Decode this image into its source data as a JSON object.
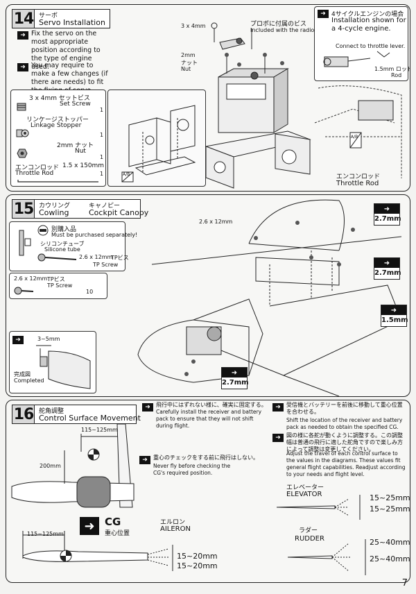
{
  "s14": {
    "num": "14",
    "title_jp": "サーボ",
    "title_en": "Servo Installation",
    "note1": "Fix the servo on the most appropriate position according to the type of engine used.",
    "note2": "You may require to make a few changes (if there are needs) to fit the fixing of servo.",
    "parts": {
      "set_screw_jp": "3 x 4mm セットビス",
      "set_screw_en": "Set Screw",
      "set_screw_qty": "1",
      "linkage_jp": "リンケージストッパー",
      "linkage_en": "Linkage Stopper",
      "linkage_qty": "1",
      "nut_jp": "2mm ナット",
      "nut_en": "Nut",
      "nut_qty": "1",
      "rod_jp": "エンコンロッド",
      "rod_size": "1.5 x 150mm",
      "rod_en": "Throttle Rod",
      "rod_qty": "1"
    },
    "labels": {
      "screw_3x4": "3 x 4mm",
      "radio_screw_jp": "プロポに付属のビス",
      "radio_screw_en": "Included with the radio set",
      "nut_2mm": "2mm",
      "nut_jp": "ナット",
      "nut_en": "Nut",
      "ab": "A/B"
    },
    "four_cycle": {
      "jp": "4サイクルエンジンの場合",
      "en1": "Installation shown for",
      "en2": "a 4-cycle engine.",
      "connect": "Connect to throttle lever.",
      "rod_size": "1.5mm ロッド",
      "rod_en": "Rod",
      "rod_label_jp": "エンコンロッド",
      "rod_label_en": "Throttle Rod"
    }
  },
  "s15": {
    "num": "15",
    "title_jp1": "カウリング",
    "title_jp2": "キャノピー",
    "title_en1": "Cowling",
    "title_en2": "Cockpit Canopy",
    "separate_jp": "別購入品",
    "separate_en": "Must be purchased separately!",
    "silicone_jp": "シリコンチューブ",
    "silicone_en": "Silicone tube",
    "tp_size": "2.6 x 12mm",
    "tp_jp": "TPビス",
    "tp_en": "TP Screw",
    "tp2_size": "2.6 x 12mm",
    "tp2_jp": "TPビス",
    "tp2_en": "TP Screw",
    "tp2_qty": "10",
    "canopy_screw": "2.6 x 12mm",
    "badge_27a": "2.7mm",
    "badge_27b": "2.7mm",
    "badge_15": "1.5mm",
    "badge_27c": "2.7mm",
    "gap": "3~5mm",
    "completed_jp": "完成図",
    "completed_en": "Completed"
  },
  "s16": {
    "num": "16",
    "title_jp": "舵角調整",
    "title_en": "Control Surface Movement",
    "n1_jp": "飛行中にはずれない様に、確実に固定する。",
    "n1_en": "Carefully install the receiver and battery pack to ensure that they will not shift during flight.",
    "n2_jp": "受信機とバッテリーを前後に移動して重心位置を合わせる。",
    "n2_en": "Shift the location of the receiver and battery pack as needed to obtain the specified CG.",
    "n3_jp": "図の様に各舵が動くように調整する。この調整幅は普通の飛行に適した舵角ですので楽しみ方によって調整は変更してください。",
    "n3_en": "Adjust the travel of each control surface to the values in the diagrams. These values fit general flight capabilities. Readjust according to your needs and flight level.",
    "cg_check_jp": "重心のチェックをする前に飛行はしない。",
    "cg_check_en": "Never fly before checking the CG's required position.",
    "cg_range_top": "115~125mm",
    "dist_200": "200mm",
    "cg_range_bottom": "115~125mm",
    "cg_en": "CG",
    "cg_jp": "重心位置",
    "aileron_jp": "エルロン",
    "aileron_en": "AILERON",
    "aileron_up": "15~20mm",
    "aileron_down": "15~20mm",
    "elevator_jp": "エレベーター",
    "elevator_en": "ELEVATOR",
    "elevator_up": "15~25mm",
    "elevator_down": "15~25mm",
    "rudder_jp": "ラダー",
    "rudder_en": "RUDDER",
    "rudder_up": "25~40mm",
    "rudder_down": "25~40mm"
  },
  "page_number": "7"
}
